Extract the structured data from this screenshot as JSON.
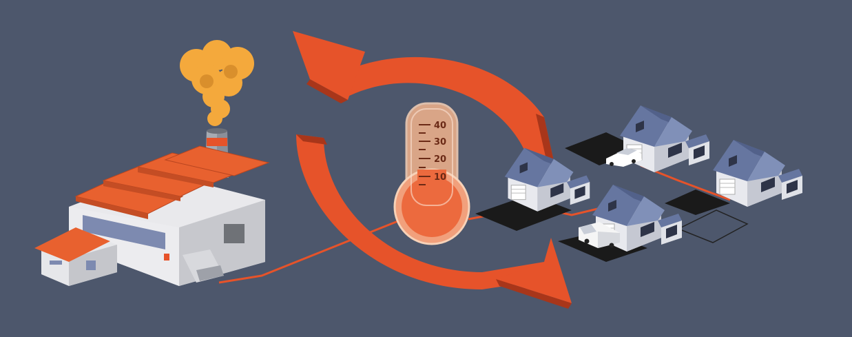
{
  "scene": {
    "background_color": "#4d576c",
    "accent_color": "#e6532a",
    "smoke_color": "#f4a93c",
    "roof_color": "#e8612f",
    "house_color": "#5f6f95",
    "icons": [
      "factory-icon",
      "smoke-icon",
      "thermometer-icon",
      "cycle-arrows-icon",
      "house-icon",
      "car-icon",
      "van-icon"
    ]
  },
  "thermometer": {
    "ticks": [
      "40",
      "30",
      "20",
      "10"
    ],
    "fill_level": 0.45
  }
}
